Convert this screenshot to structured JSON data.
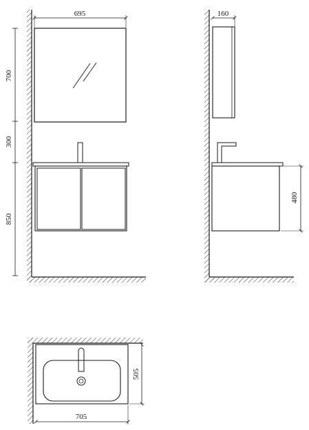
{
  "dimensions": {
    "mirror_width": "695",
    "mirror_height": "700",
    "gap_mirror_basin": "300",
    "basin_mount_height": "850",
    "mirror_depth": "160",
    "cabinet_height": "480",
    "basin_width": "705",
    "basin_depth": "505"
  },
  "colors": {
    "line": "#1a1a1a",
    "hatch": "#333333"
  }
}
